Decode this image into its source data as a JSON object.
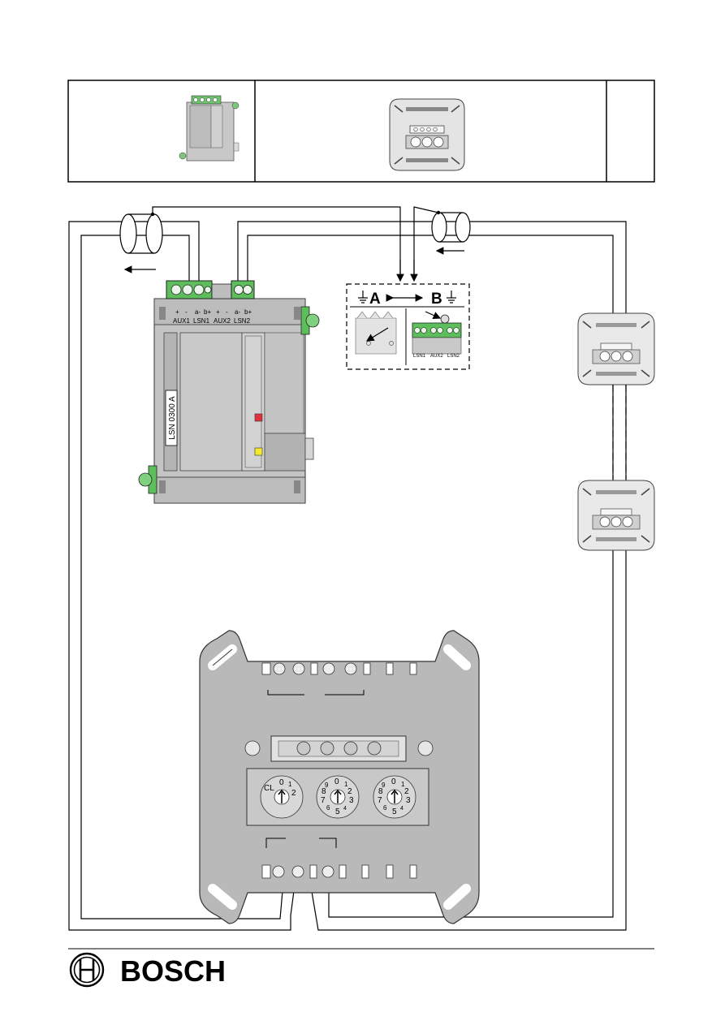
{
  "header_box": {
    "cells": 3
  },
  "controller_module": {
    "terminal_labels_top": {
      "aux1": {
        "plus": "+",
        "minus": "-",
        "name": "AUX1"
      },
      "lsn1": {
        "a": "a-",
        "b": "b+",
        "name": "LSN1"
      },
      "aux2": {
        "plus": "+",
        "minus": "-",
        "name": "AUX2"
      },
      "lsn2": {
        "a": "a-",
        "b": "b+",
        "name": "LSN2"
      }
    },
    "side_label": "LSN 0300 A",
    "led_colors": {
      "upper": "#e0303a",
      "lower": "#f2ea2a"
    }
  },
  "grounding_detail": {
    "option_a": "A",
    "option_b": "B",
    "terminal_names": [
      "LSN1",
      "AUX2",
      "LSN2"
    ]
  },
  "address_board": {
    "rotary_left": {
      "cl_label": "CL",
      "digits": [
        "0",
        "1",
        "2"
      ]
    },
    "rotary_mid": {
      "digits": [
        "9",
        "0",
        "1",
        "2",
        "3",
        "4",
        "5",
        "6",
        "7",
        "8"
      ]
    },
    "rotary_right": {
      "digits": [
        "9",
        "0",
        "1",
        "2",
        "3",
        "4",
        "5",
        "6",
        "7",
        "8"
      ]
    }
  },
  "footer": {
    "brand": "BOSCH"
  },
  "colors": {
    "housing_grey": "#c4c4c4",
    "terminal_green": "#5cbf5c",
    "board_grey": "#b9b9b9",
    "line": "#000000"
  }
}
